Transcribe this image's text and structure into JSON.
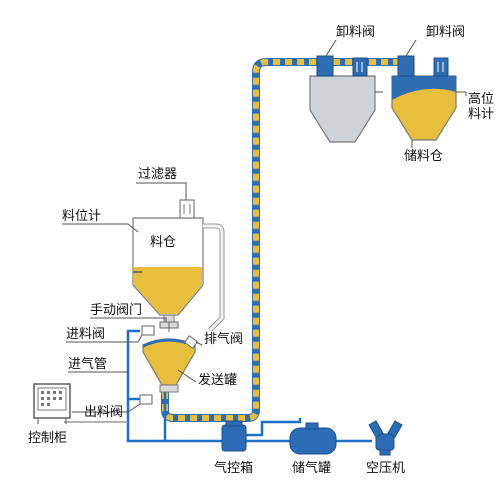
{
  "labels": {
    "filter": "过滤器",
    "level_meter": "料位计",
    "silo": "料仓",
    "manual_valve": "手动阀门",
    "inlet_valve": "进料阀",
    "exhaust_valve": "排气阀",
    "air_inlet_pipe": "进气管",
    "conveying_tank": "发送罐",
    "outlet_valve": "出料阀",
    "control_cabinet": "控制柜",
    "air_control_box": "气控箱",
    "air_tank": "储气罐",
    "compressor": "空压机",
    "discharge_valve_1": "卸料阀",
    "discharge_valve_2": "卸料阀",
    "high_level_meter": "高位料计",
    "storage_silo": "储料仓"
  },
  "colors": {
    "material": "#e8bf3c",
    "pipe_fill": "#2f6db3",
    "vessel_gray": "#cfd2d6",
    "vessel_stroke": "#7a7a7a",
    "air_line": "#1e6fc8",
    "equipment_blue": "#2d6db5"
  }
}
